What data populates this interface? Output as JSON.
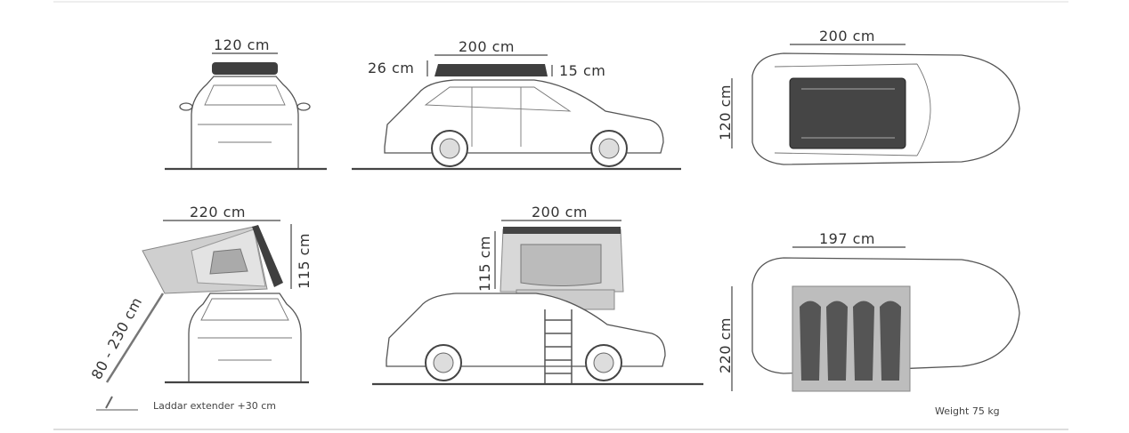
{
  "views": {
    "closed_front": {
      "width": "120 cm"
    },
    "closed_side": {
      "length": "200 cm",
      "height_front": "26 cm",
      "height_rear": "15 cm"
    },
    "closed_top": {
      "length": "200 cm",
      "width": "120 cm"
    },
    "open_front": {
      "length": "220 cm",
      "height": "115 cm",
      "ladder": "80 - 230 cm"
    },
    "open_side": {
      "width": "200 cm",
      "height": "115 cm"
    },
    "open_top": {
      "width": "197 cm",
      "length": "220 cm"
    }
  },
  "legend": {
    "ladder_extender": "Laddar extender +30 cm"
  },
  "weight": "Weight 75 kg",
  "colors": {
    "tent_shell": "#4a4a4a",
    "tent_fabric": "#d6d6d6",
    "sleeping_bag": "#555555",
    "floor": "#bdbdbd"
  }
}
